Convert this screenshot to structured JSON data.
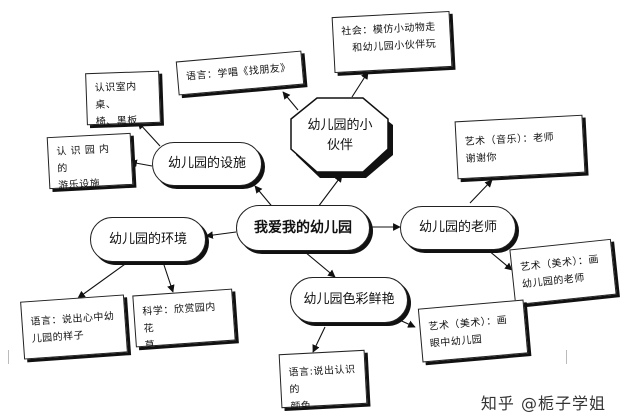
{
  "center": "我爱我的幼儿园",
  "branches": {
    "facilities": "幼儿园的设施",
    "friends": "幼儿园的小伙伴",
    "teacher": "幼儿园的老师",
    "environment": "幼儿园的环境",
    "colors": "幼儿园色彩鲜艳"
  },
  "leaves": {
    "indoor": [
      "认识室内桌、",
      "椅、黑板"
    ],
    "play": [
      "认 识 园 内 的",
      "游乐设施"
    ],
    "lang_song": [
      "语言：学唱《找朋友》"
    ],
    "social": [
      "社会：模仿小动物走",
      "和幼儿园小伙伴玩"
    ],
    "music": [
      "艺术（音乐）：老师",
      "谢谢你"
    ],
    "art_teacher": [
      "艺术（美术）：画",
      "幼儿园的老师"
    ],
    "lang_heart": [
      "语言：说出心中幼",
      "儿园的样子"
    ],
    "science": [
      "科学：欣赏园内花",
      "草"
    ],
    "art_eye": [
      "艺术（美术）：画",
      "眼中幼儿园"
    ],
    "lang_colors": [
      "语言:说出认识的",
      "颜色"
    ]
  },
  "watermark": "知乎 @栀子学姐"
}
